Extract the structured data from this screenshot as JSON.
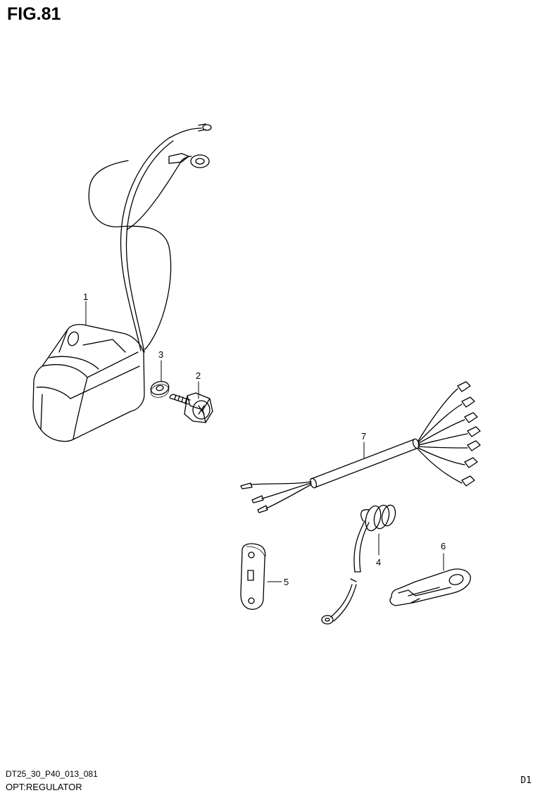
{
  "figure": {
    "title": "FIG.81"
  },
  "callouts": {
    "p1": "1",
    "p2": "2",
    "p3": "3",
    "p4": "4",
    "p5": "5",
    "p6": "6",
    "p7": "7"
  },
  "footer": {
    "code": "DT25_30_P40_013_081",
    "title": "OPT:REGULATOR",
    "page": "D1"
  }
}
